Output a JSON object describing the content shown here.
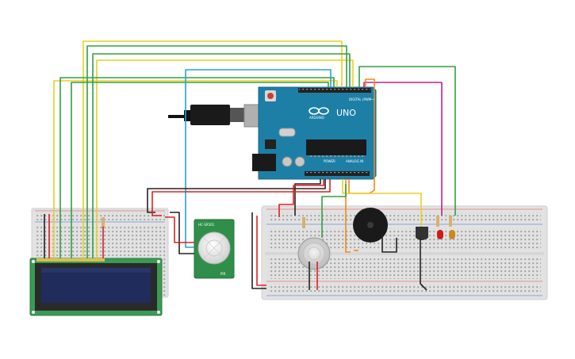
{
  "arduino": {
    "brand": "ARDUINO",
    "model": "UNO",
    "digital_label": "DIGITAL (PWM~)",
    "power_label": "POWER",
    "analog_label": "ANALOG IN"
  },
  "pir": {
    "top_label": "HC-SR501",
    "bottom_label": "PIR"
  },
  "colors": {
    "board": "#1d7fa6",
    "breadboard": "#e5e5e5",
    "lcd_pcb": "#3a9a55",
    "lcd_screen": "#1f2c5c",
    "pir_pcb": "#2f8f4a",
    "wire_red": "#e02020",
    "wire_black": "#222222",
    "wire_yellow": "#e8d020",
    "wire_green": "#30a040",
    "wire_blue": "#2aa0d0",
    "wire_orange": "#f08a1c",
    "wire_magenta": "#c0208a"
  }
}
